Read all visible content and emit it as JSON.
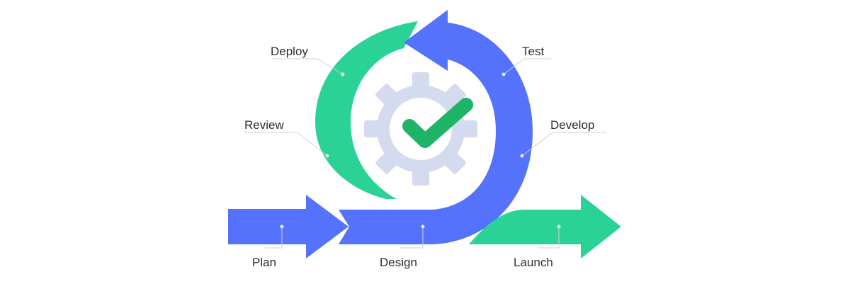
{
  "stages": {
    "plan": "Plan",
    "design": "Design",
    "develop": "Develop",
    "test": "Test",
    "deploy": "Deploy",
    "review": "Review",
    "launch": "Launch"
  },
  "colors": {
    "blue": "#5472fb",
    "green": "#2bd296",
    "gear": "#d5dbef",
    "check": "#1db468",
    "leader_line": "#cfd2d8",
    "label_text": "#2b2d33"
  },
  "icons": {
    "center": "gear-icon",
    "mark": "checkmark-icon"
  }
}
